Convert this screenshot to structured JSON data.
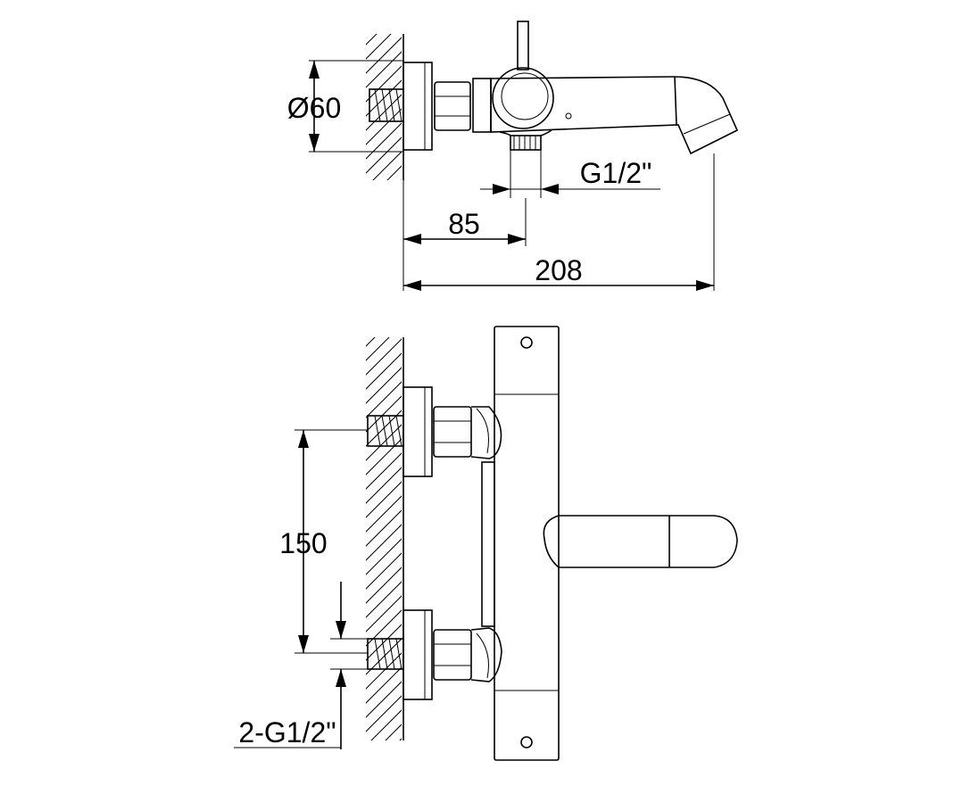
{
  "top_view": {
    "diameter_label": "Ø60",
    "thread_label": "G1/2\"",
    "depth_label": "85",
    "length_label": "208"
  },
  "front_view": {
    "spacing_label": "150",
    "inlet_label": "2-G1/2\""
  }
}
